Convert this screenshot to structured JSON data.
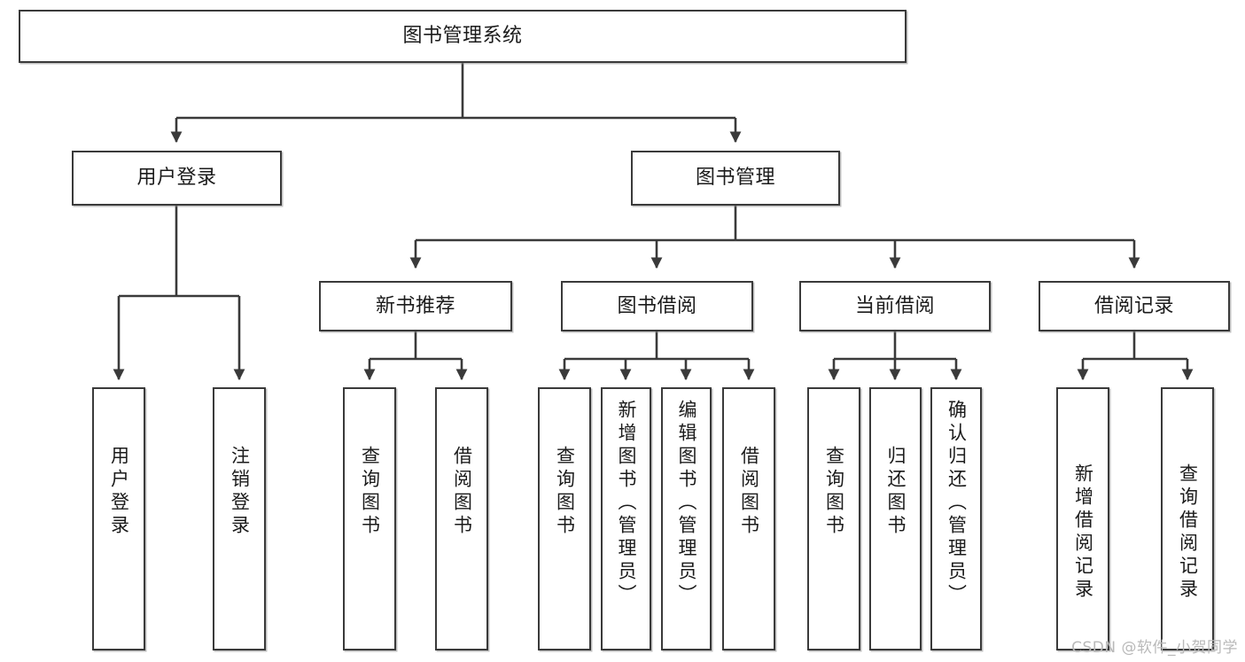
{
  "diagram": {
    "type": "tree",
    "title": "图书管理系统",
    "watermark": "CSDN @软件_小贺同学",
    "colors": {
      "node_border": "#3a3a3a",
      "node_fill": "#ffffff",
      "edge": "#3a3a3a",
      "text": "#1b1b1b",
      "watermark": "#b9b9b9"
    },
    "levels": {
      "root": {
        "label": "图书管理系统"
      },
      "level2": [
        {
          "id": "user-login",
          "label": "用户登录"
        },
        {
          "id": "book-management",
          "label": "图书管理"
        }
      ],
      "level3": [
        {
          "id": "new-book-recommend",
          "label": "新书推荐"
        },
        {
          "id": "book-borrow",
          "label": "图书借阅"
        },
        {
          "id": "current-borrow",
          "label": "当前借阅"
        },
        {
          "id": "borrow-record",
          "label": "借阅记录"
        }
      ],
      "leaves": {
        "user_login": [
          {
            "id": "leaf-user-login",
            "label": "用户登录"
          },
          {
            "id": "leaf-logout-login",
            "label": "注销登录"
          }
        ],
        "new_book_recommend": [
          {
            "id": "leaf-query-book-1",
            "label": "查询图书"
          },
          {
            "id": "leaf-borrow-book-1",
            "label": "借阅图书"
          }
        ],
        "book_borrow": [
          {
            "id": "leaf-query-book-2",
            "label": "查询图书"
          },
          {
            "id": "leaf-add-book",
            "label": "新增图书（管理员）"
          },
          {
            "id": "leaf-edit-book",
            "label": "编辑图书（管理员）"
          },
          {
            "id": "leaf-borrow-book-2",
            "label": "借阅图书"
          }
        ],
        "current_borrow": [
          {
            "id": "leaf-query-book-3",
            "label": "查询图书"
          },
          {
            "id": "leaf-return-book",
            "label": "归还图书"
          },
          {
            "id": "leaf-confirm-return",
            "label": "确认归还（管理员）"
          }
        ],
        "borrow_record": [
          {
            "id": "leaf-add-record",
            "label": "新增借阅记录"
          },
          {
            "id": "leaf-query-record",
            "label": "查询借阅记录"
          }
        ]
      }
    }
  }
}
